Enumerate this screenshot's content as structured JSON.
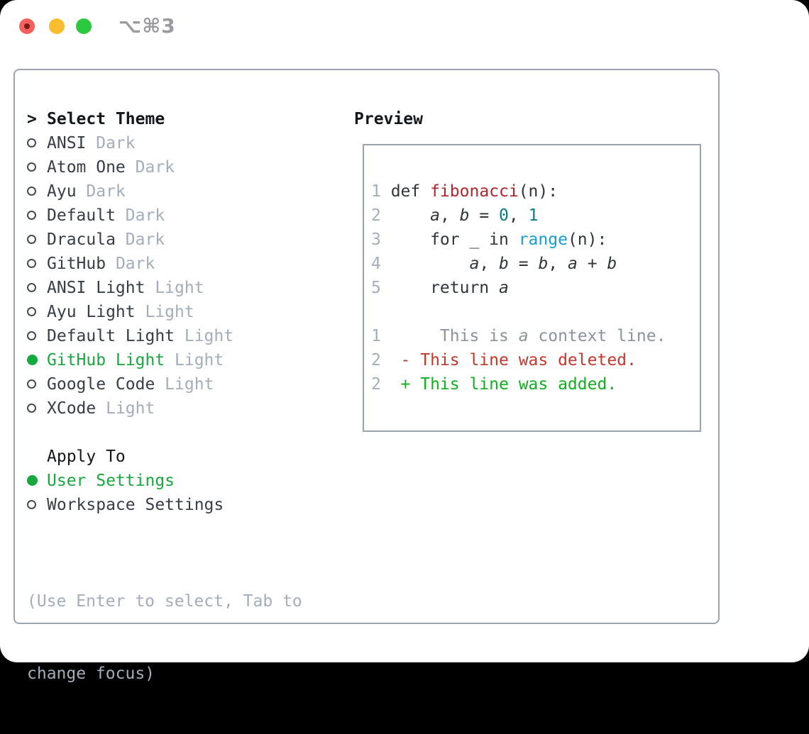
{
  "titlebar": {
    "title": "⌥⌘3"
  },
  "left": {
    "header_prefix": ">",
    "header": "Select Theme",
    "themes": [
      {
        "name": "ANSI",
        "tag": "Dark",
        "selected": false
      },
      {
        "name": "Atom One",
        "tag": "Dark",
        "selected": false
      },
      {
        "name": "Ayu",
        "tag": "Dark",
        "selected": false
      },
      {
        "name": "Default",
        "tag": "Dark",
        "selected": false
      },
      {
        "name": "Dracula",
        "tag": "Dark",
        "selected": false
      },
      {
        "name": "GitHub",
        "tag": "Dark",
        "selected": false
      },
      {
        "name": "ANSI Light",
        "tag": "Light",
        "selected": false
      },
      {
        "name": "Ayu Light",
        "tag": "Light",
        "selected": false
      },
      {
        "name": "Default Light",
        "tag": "Light",
        "selected": false
      },
      {
        "name": "GitHub Light",
        "tag": "Light",
        "selected": true
      },
      {
        "name": "Google Code",
        "tag": "Light",
        "selected": false
      },
      {
        "name": "XCode",
        "tag": "Light",
        "selected": false
      }
    ],
    "apply": {
      "header": "Apply To",
      "options": [
        {
          "name": "User Settings",
          "selected": true
        },
        {
          "name": "Workspace Settings",
          "selected": false
        }
      ]
    },
    "hint_lines": [
      "(Use Enter to select, Tab to",
      "change focus)"
    ]
  },
  "preview": {
    "header": "Preview",
    "code_lines": [
      {
        "num": "1",
        "segments": [
          {
            "t": "def ",
            "s": "code"
          },
          {
            "t": "fibonacci",
            "s": "func"
          },
          {
            "t": "(n):",
            "s": "code"
          }
        ]
      },
      {
        "num": "2",
        "segments": [
          {
            "t": "    ",
            "s": "code"
          },
          {
            "t": "a",
            "s": "var"
          },
          {
            "t": ", ",
            "s": "code"
          },
          {
            "t": "b",
            "s": "var"
          },
          {
            "t": " = ",
            "s": "code"
          },
          {
            "t": "0",
            "s": "lit"
          },
          {
            "t": ", ",
            "s": "code"
          },
          {
            "t": "1",
            "s": "lit"
          }
        ]
      },
      {
        "num": "3",
        "segments": [
          {
            "t": "    for _ in ",
            "s": "code"
          },
          {
            "t": "range",
            "s": "call"
          },
          {
            "t": "(n):",
            "s": "code"
          }
        ]
      },
      {
        "num": "4",
        "segments": [
          {
            "t": "        ",
            "s": "code"
          },
          {
            "t": "a",
            "s": "var"
          },
          {
            "t": ", ",
            "s": "code"
          },
          {
            "t": "b",
            "s": "var"
          },
          {
            "t": " = ",
            "s": "code"
          },
          {
            "t": "b",
            "s": "var"
          },
          {
            "t": ", ",
            "s": "code"
          },
          {
            "t": "a",
            "s": "var"
          },
          {
            "t": " + ",
            "s": "code"
          },
          {
            "t": "b",
            "s": "var"
          }
        ]
      },
      {
        "num": "5",
        "segments": [
          {
            "t": "    return ",
            "s": "code"
          },
          {
            "t": "a",
            "s": "var"
          }
        ]
      },
      {
        "num": "",
        "segments": []
      },
      {
        "num": "1",
        "segments": [
          {
            "t": "     This is ",
            "s": "ctx"
          },
          {
            "t": "a",
            "s": "ctxvar"
          },
          {
            "t": " context line.",
            "s": "ctx"
          }
        ]
      },
      {
        "num": "2",
        "segments": [
          {
            "t": " - This line was deleted.",
            "s": "del"
          }
        ]
      },
      {
        "num": "2",
        "segments": [
          {
            "t": " + This line was added.",
            "s": "add"
          }
        ]
      }
    ]
  },
  "colors": {
    "accent_green": "#17a83f",
    "traffic_red": "#f4615c",
    "traffic_yellow": "#f9bd30",
    "traffic_green": "#2cc93f",
    "border_gray": "#9aa4b1",
    "function_red": "#b0262e",
    "literal_teal": "#0c7d85",
    "builtin_blue": "#149fd9",
    "deleted_red": "#c5372b",
    "added_green": "#10b01f"
  }
}
